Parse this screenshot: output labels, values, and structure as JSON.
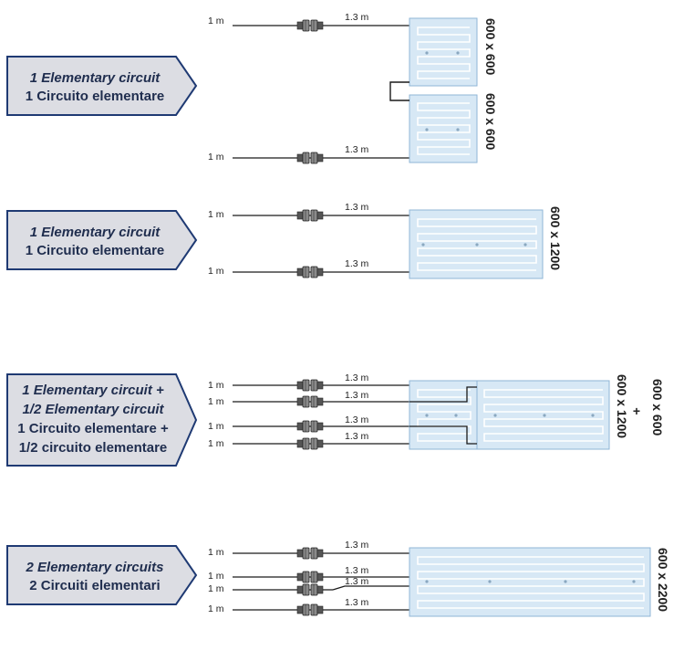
{
  "colors": {
    "banner_fill": "#dcdde3",
    "banner_stroke": "#1f3a73",
    "banner_text": "#1f2d4e",
    "panel_fill": "#d7e8f5",
    "panel_stroke": "#8fb6d6",
    "coil_stroke": "#ffffff",
    "wire": "#1a1a1a"
  },
  "sections": [
    {
      "label_lines": [
        "1 Elementary circuit",
        "1 Circuito elementare"
      ],
      "label_styles": [
        "italic",
        "regular"
      ],
      "wires": [
        {
          "lead": "1 m",
          "cable": "1.3 m"
        },
        {
          "lead": "1 m",
          "cable": "1.3 m"
        }
      ],
      "panel_dimensions": [
        "600 x 600",
        "600 x 600"
      ]
    },
    {
      "label_lines": [
        "1 Elementary circuit",
        "1 Circuito elementare"
      ],
      "label_styles": [
        "italic",
        "regular"
      ],
      "wires": [
        {
          "lead": "1 m",
          "cable": "1.3 m"
        },
        {
          "lead": "1 m",
          "cable": "1.3 m"
        }
      ],
      "panel_dimensions": [
        "600 x 1200"
      ]
    },
    {
      "label_lines": [
        "1 Elementary circuit +",
        "1/2 Elementary circuit",
        "1 Circuito elementare +",
        "1/2 circuito elementare"
      ],
      "label_styles": [
        "italic",
        "italic",
        "regular",
        "regular"
      ],
      "wires": [
        {
          "lead": "1 m",
          "cable": "1.3 m"
        },
        {
          "lead": "1 m",
          "cable": "1.3 m"
        },
        {
          "lead": "1 m",
          "cable": "1.3 m"
        },
        {
          "lead": "1 m",
          "cable": "1.3 m"
        }
      ],
      "panel_dimensions": [
        "600 x 1200",
        "600 x 600"
      ],
      "plus_sign": "+"
    },
    {
      "label_lines": [
        "2 Elementary circuits",
        "2 Circuiti elementari"
      ],
      "label_styles": [
        "italic",
        "regular"
      ],
      "wires": [
        {
          "lead": "1 m",
          "cable": "1.3 m"
        },
        {
          "lead": "1 m",
          "cable": "1.3 m"
        },
        {
          "lead": "1 m",
          "cable": "1.3 m"
        },
        {
          "lead": "1 m",
          "cable": "1.3 m"
        }
      ],
      "panel_dimensions": [
        "600 x 2200"
      ]
    }
  ]
}
